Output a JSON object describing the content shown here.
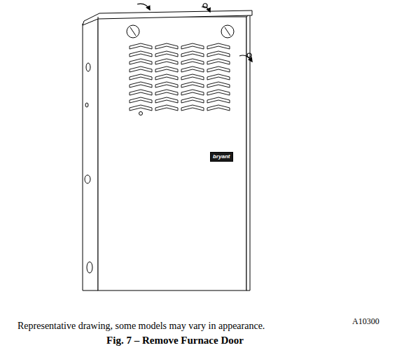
{
  "diagram": {
    "caption": "Fig. 7 – Remove Furnace Door",
    "nodes": [
      {
        "text": [
          "bryant"
        ]
      }
    ],
    "labels": [
      "A10300",
      "Representative drawing, some models may vary in appearance."
    ]
  }
}
